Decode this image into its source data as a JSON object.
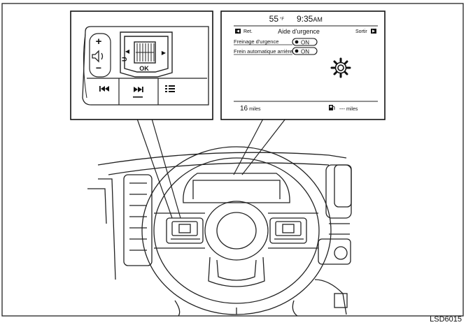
{
  "display": {
    "temperature_value": "55",
    "temperature_unit": "°F",
    "clock_time": "9:35",
    "clock_ampm": "AM",
    "back_label": "Ret.",
    "menu_title": "Aide d'urgence",
    "exit_label": "Sortir",
    "settings": [
      {
        "label": "Freinage d'urgence",
        "state": "ON"
      },
      {
        "label": "Frein automatique arrière",
        "state": "ON"
      }
    ],
    "range_value": "16",
    "range_unit": "miles",
    "fuel_range_value": "---",
    "fuel_range_unit": "miles"
  },
  "switch_panel": {
    "ok_label": "OK",
    "plus_label": "+",
    "minus_label": "−",
    "u_label": "U",
    "left_arrow": "◀",
    "right_arrow": "▶"
  },
  "figure_code": "LSD6015",
  "icons": [
    "speaker-icon",
    "previous-track-icon",
    "next-track-icon",
    "menu-list-icon",
    "gear-icon",
    "fuel-pump-icon",
    "back-arrow-icon",
    "exit-arrow-icon"
  ]
}
